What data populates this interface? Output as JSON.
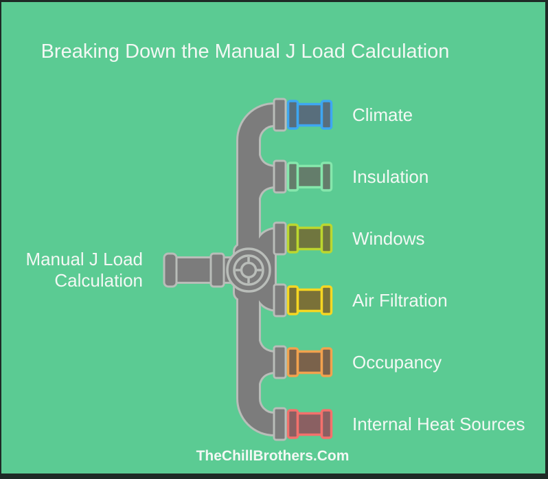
{
  "title": "Breaking Down the Manual J Load Calculation",
  "source": {
    "label": "Manual J Load Calculation",
    "line1": "Manual J Load",
    "line2": "Calculation"
  },
  "footer": "TheChillBrothers.Com",
  "colors": {
    "background": "#5BCB93",
    "border": "#1E2A26",
    "pipe": "#7C7C7C",
    "pipe_outline": "#B9BDB9",
    "text": "#F3F8F4"
  },
  "branches": [
    {
      "label": "Climate",
      "outline": "#3EA7F2",
      "fill": "#586E7C"
    },
    {
      "label": "Insulation",
      "outline": "#86E7AC",
      "fill": "#647D6B"
    },
    {
      "label": "Windows",
      "outline": "#BCD72F",
      "fill": "#70763F"
    },
    {
      "label": "Air Filtration",
      "outline": "#F6D722",
      "fill": "#7A7138"
    },
    {
      "label": "Occupancy",
      "outline": "#F2A24E",
      "fill": "#7A624B"
    },
    {
      "label": "Internal Heat Sources",
      "outline": "#F4716C",
      "fill": "#8A6062"
    }
  ]
}
